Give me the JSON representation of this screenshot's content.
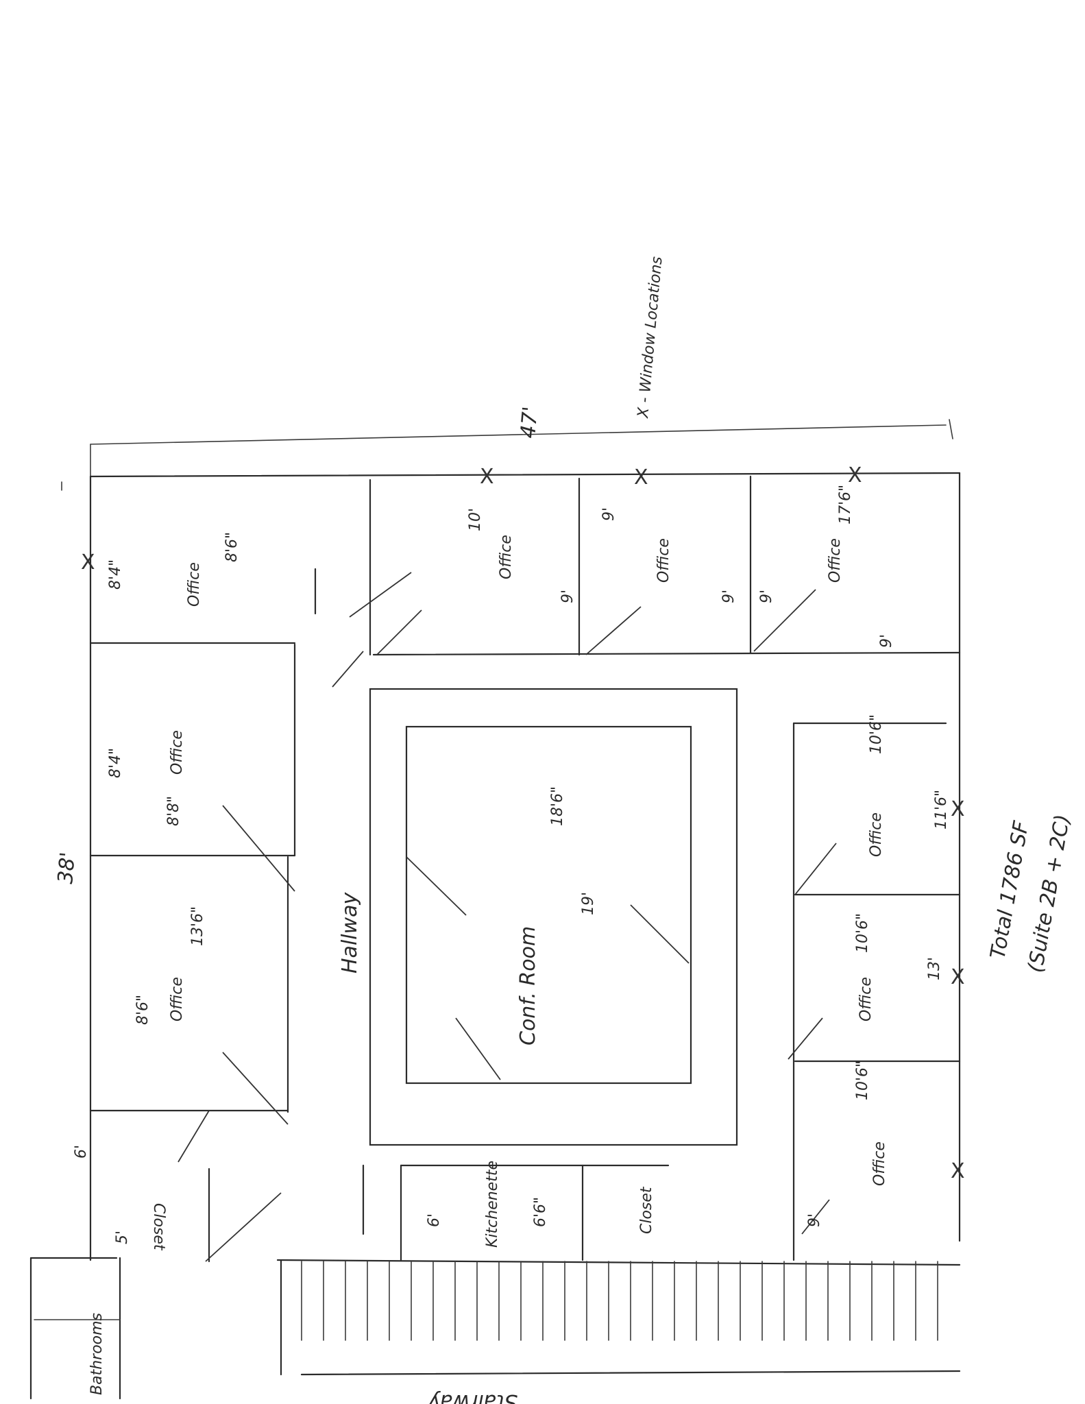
{
  "overall": {
    "width_dim": "47'",
    "depth_dim": "38'",
    "legend": "X - Window Locations",
    "total": "Total 1786 SF",
    "suites": "(Suite 2B + 2C)",
    "bathrooms": "Bathrooms",
    "stairway": "Stairway",
    "window_mark": "X"
  },
  "rooms": {
    "hallway": "Hallway",
    "conf_room": "Conf. Room",
    "conf_dim_a": "18'6\"",
    "conf_dim_b": "19'",
    "kitchenette": "Kitchenette",
    "kitchen_dim_a": "6'",
    "kitchen_dim_b": "6'6\"",
    "closet_top": "Closet",
    "closet_top_dim_a": "6'",
    "closet_top_dim_b": "5'",
    "closet_bottom": "Closet",
    "office_label": "Office",
    "office_tl_dims": [
      "8'4\"",
      "8'6\""
    ],
    "office_ml_dims": [
      "8'4\"",
      "8'8\""
    ],
    "office_bl_dims": [
      "13'6\"",
      "8'6\""
    ],
    "office_tr1_dims": [
      "10'",
      "9'"
    ],
    "office_tr2_dims": [
      "9'",
      "9'"
    ],
    "office_tr3_dims": [
      "9'",
      "17'6\"",
      "9'"
    ],
    "office_r1_dims": [
      "10'6\"",
      "11'6\""
    ],
    "office_r2_dims": [
      "10'6\"",
      "13'"
    ],
    "office_r3_dims": [
      "10'6\"",
      "9'"
    ]
  }
}
